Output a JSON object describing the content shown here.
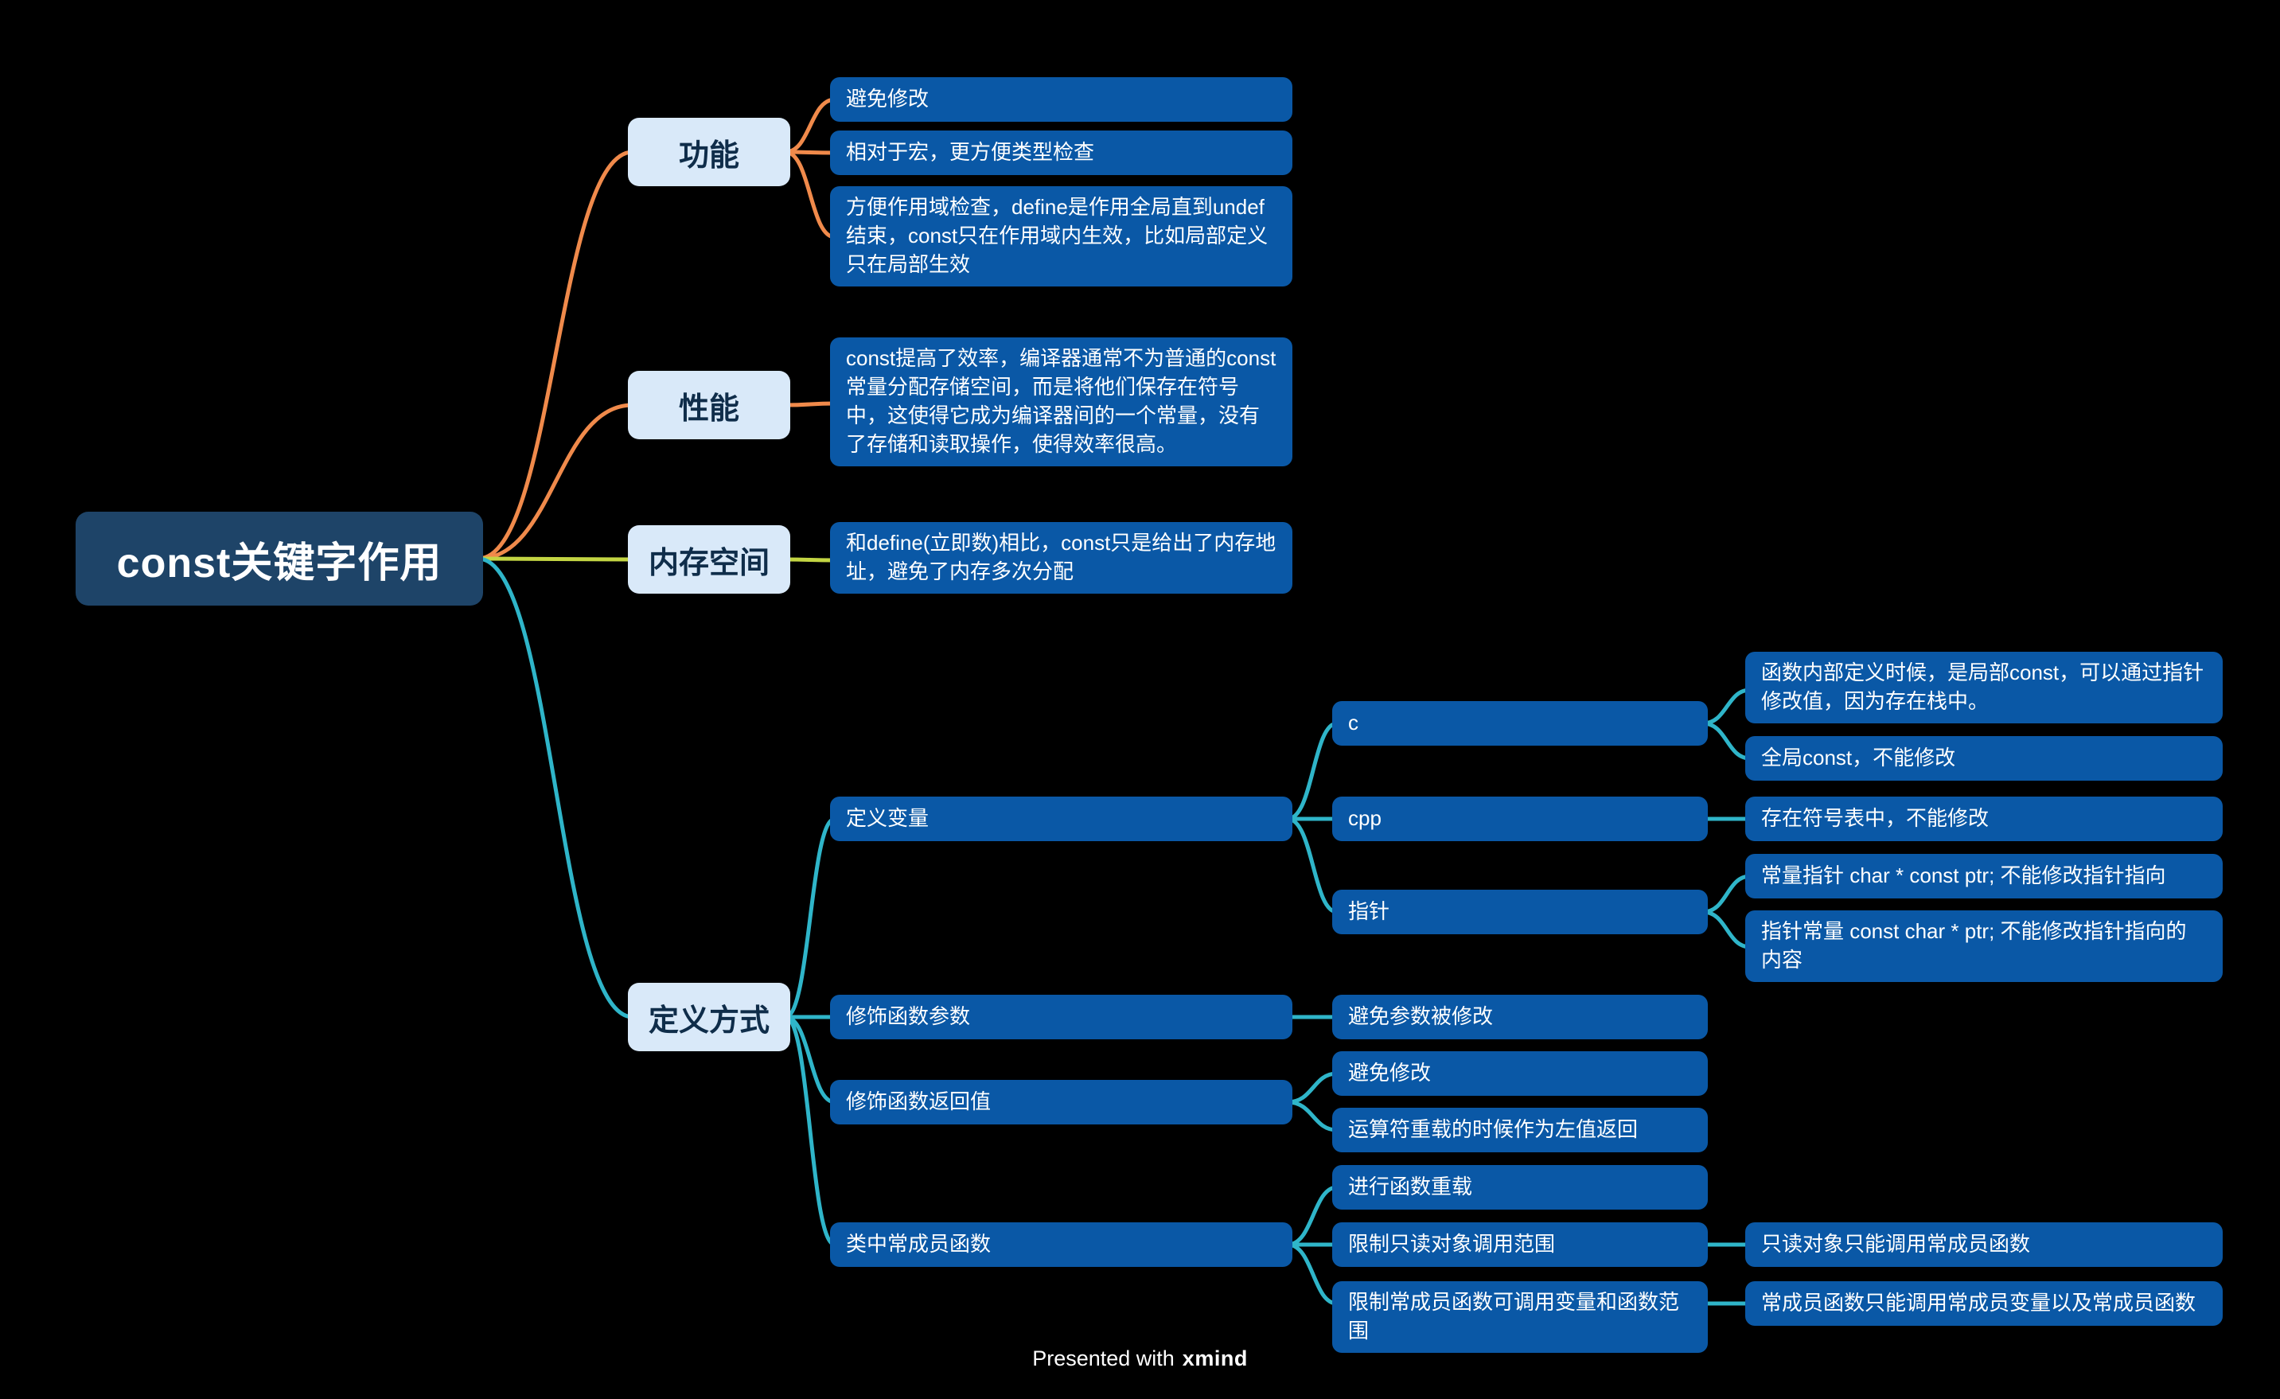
{
  "mindmap": {
    "root": "const关键字作用",
    "branches": [
      {
        "label": "功能",
        "children": [
          {
            "label": "避免修改"
          },
          {
            "label": "相对于宏，更方便类型检查"
          },
          {
            "label": "方便作用域检查，define是作用全局直到undef结束，const只在作用域内生效，比如局部定义只在局部生效"
          }
        ]
      },
      {
        "label": "性能",
        "children": [
          {
            "label": "const提高了效率，编译器通常不为普通的const常量分配存储空间，而是将他们保存在符号中，这使得它成为编译器间的一个常量，没有了存储和读取操作，使得效率很高。"
          }
        ]
      },
      {
        "label": "内存空间",
        "children": [
          {
            "label": "和define(立即数)相比，const只是给出了内存地址，避免了内存多次分配"
          }
        ]
      },
      {
        "label": "定义方式",
        "children": [
          {
            "label": "定义变量",
            "children": [
              {
                "label": "c",
                "children": [
                  {
                    "label": "函数内部定义时候，是局部const，可以通过指针修改值，因为存在栈中。"
                  },
                  {
                    "label": "全局const，不能修改"
                  }
                ]
              },
              {
                "label": "cpp",
                "children": [
                  {
                    "label": "存在符号表中，不能修改"
                  }
                ]
              },
              {
                "label": "指针",
                "children": [
                  {
                    "label": "常量指针 char * const ptr; 不能修改指针指向"
                  },
                  {
                    "label": "指针常量 const char * ptr; 不能修改指针指向的内容"
                  }
                ]
              }
            ]
          },
          {
            "label": "修饰函数参数",
            "children": [
              {
                "label": "避免参数被修改"
              }
            ]
          },
          {
            "label": "修饰函数返回值",
            "children": [
              {
                "label": "避免修改"
              },
              {
                "label": "运算符重载的时候作为左值返回"
              }
            ]
          },
          {
            "label": "类中常成员函数",
            "children": [
              {
                "label": "进行函数重载"
              },
              {
                "label": "限制只读对象调用范围",
                "children": [
                  {
                    "label": "只读对象只能调用常成员函数"
                  }
                ]
              },
              {
                "label": "限制常成员函数可调用变量和函数范围",
                "children": [
                  {
                    "label": "常成员函数只能调用常成员变量以及常成员函数"
                  }
                ]
              }
            ]
          }
        ]
      }
    ]
  },
  "footer": {
    "prefix": "Presented with",
    "brand": "xmind"
  },
  "colors": {
    "background": "#000000",
    "root_fill": "#1e4468",
    "topic_fill": "#d9e9f9",
    "topic_text": "#0f2d4a",
    "leaf_fill": "#0a58a6",
    "leaf_text": "#ffffff",
    "branch_features_line": "#f08a4b",
    "branch_performance_line": "#f08a4b",
    "branch_memory_line": "#c3d543",
    "branch_definition_line": "#2fb5c9"
  }
}
